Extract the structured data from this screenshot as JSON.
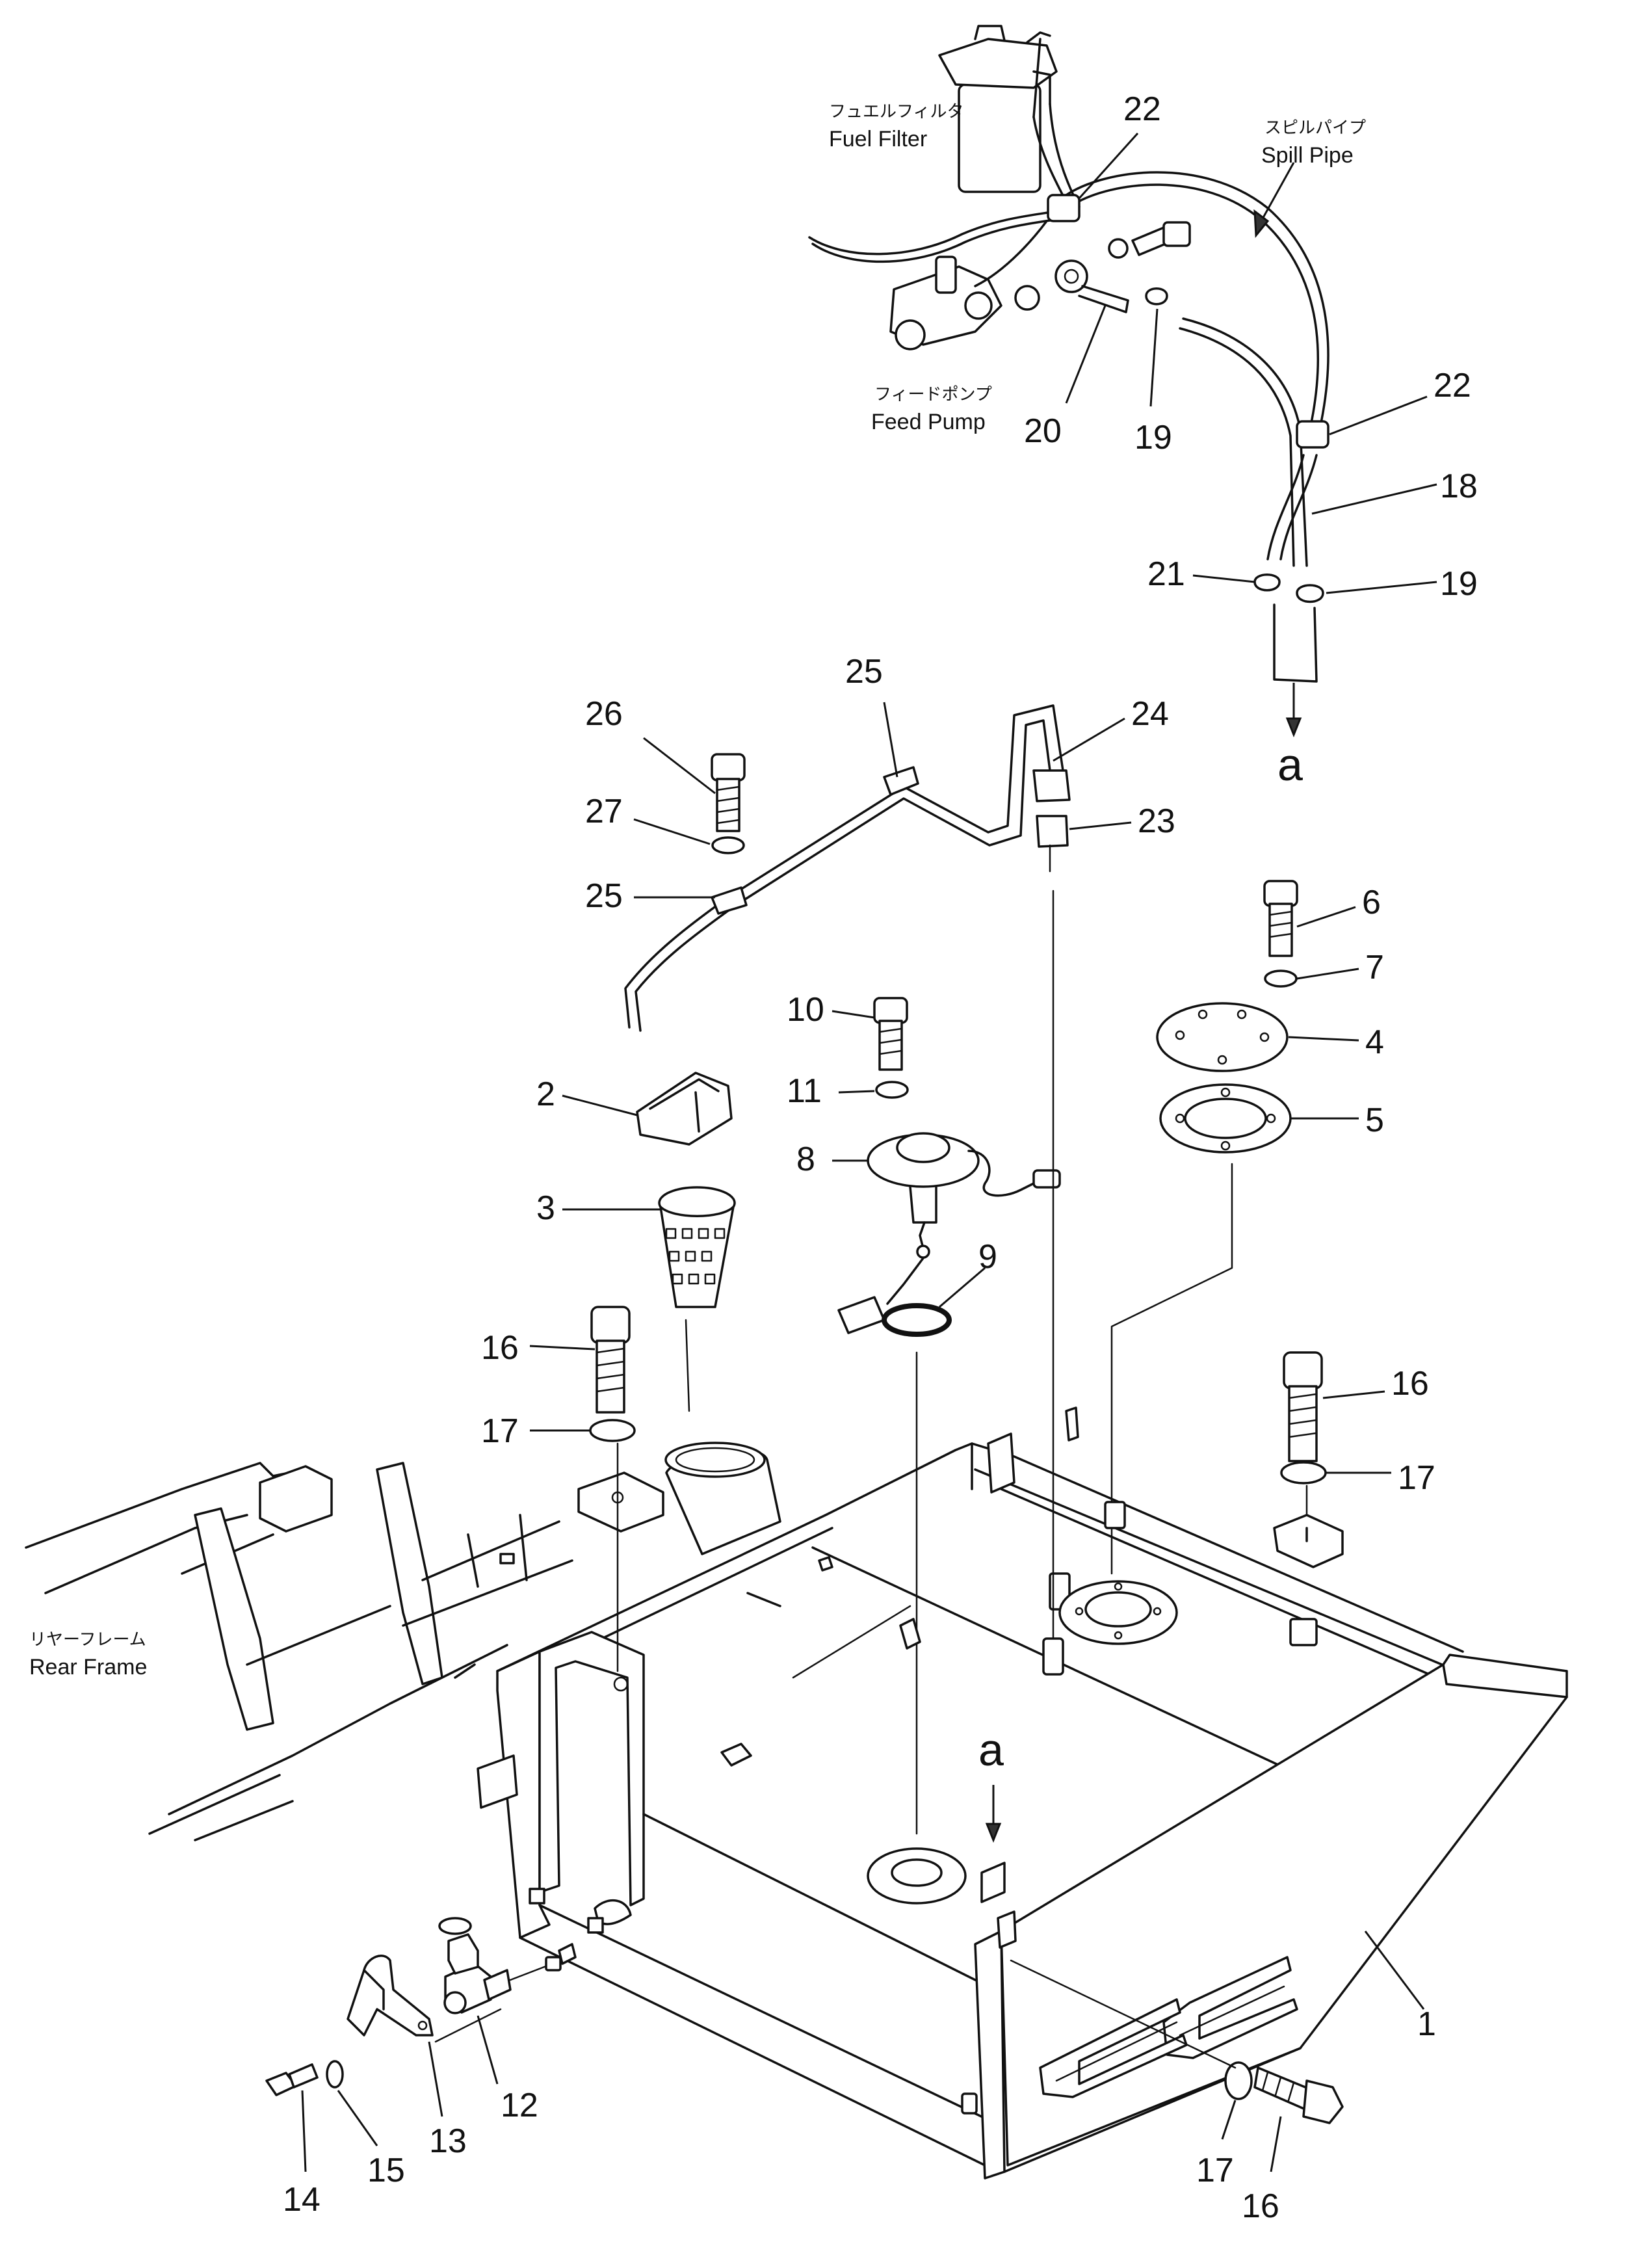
{
  "parts": {
    "p1": "1",
    "p2": "2",
    "p3": "3",
    "p4": "4",
    "p5": "5",
    "p6": "6",
    "p7": "7",
    "p8": "8",
    "p9": "9",
    "p10": "10",
    "p11": "11",
    "p12": "12",
    "p13": "13",
    "p14": "14",
    "p15": "15",
    "p16": "16",
    "p17": "17",
    "p18": "18",
    "p19": "19",
    "p20": "20",
    "p21": "21",
    "p22": "22",
    "p23": "23",
    "p24": "24",
    "p25": "25",
    "p26": "26",
    "p27": "27"
  },
  "labels": {
    "fuel_filter_jp": "フュエルフィルタ",
    "fuel_filter_en": "Fuel Filter",
    "spill_pipe_jp": "スピルパイプ",
    "spill_pipe_en": "Spill Pipe",
    "feed_pump_jp": "フィードポンプ",
    "feed_pump_en": "Feed Pump",
    "rear_frame_jp": "リヤーフレーム",
    "rear_frame_en": "Rear Frame",
    "connection_a": "a"
  }
}
